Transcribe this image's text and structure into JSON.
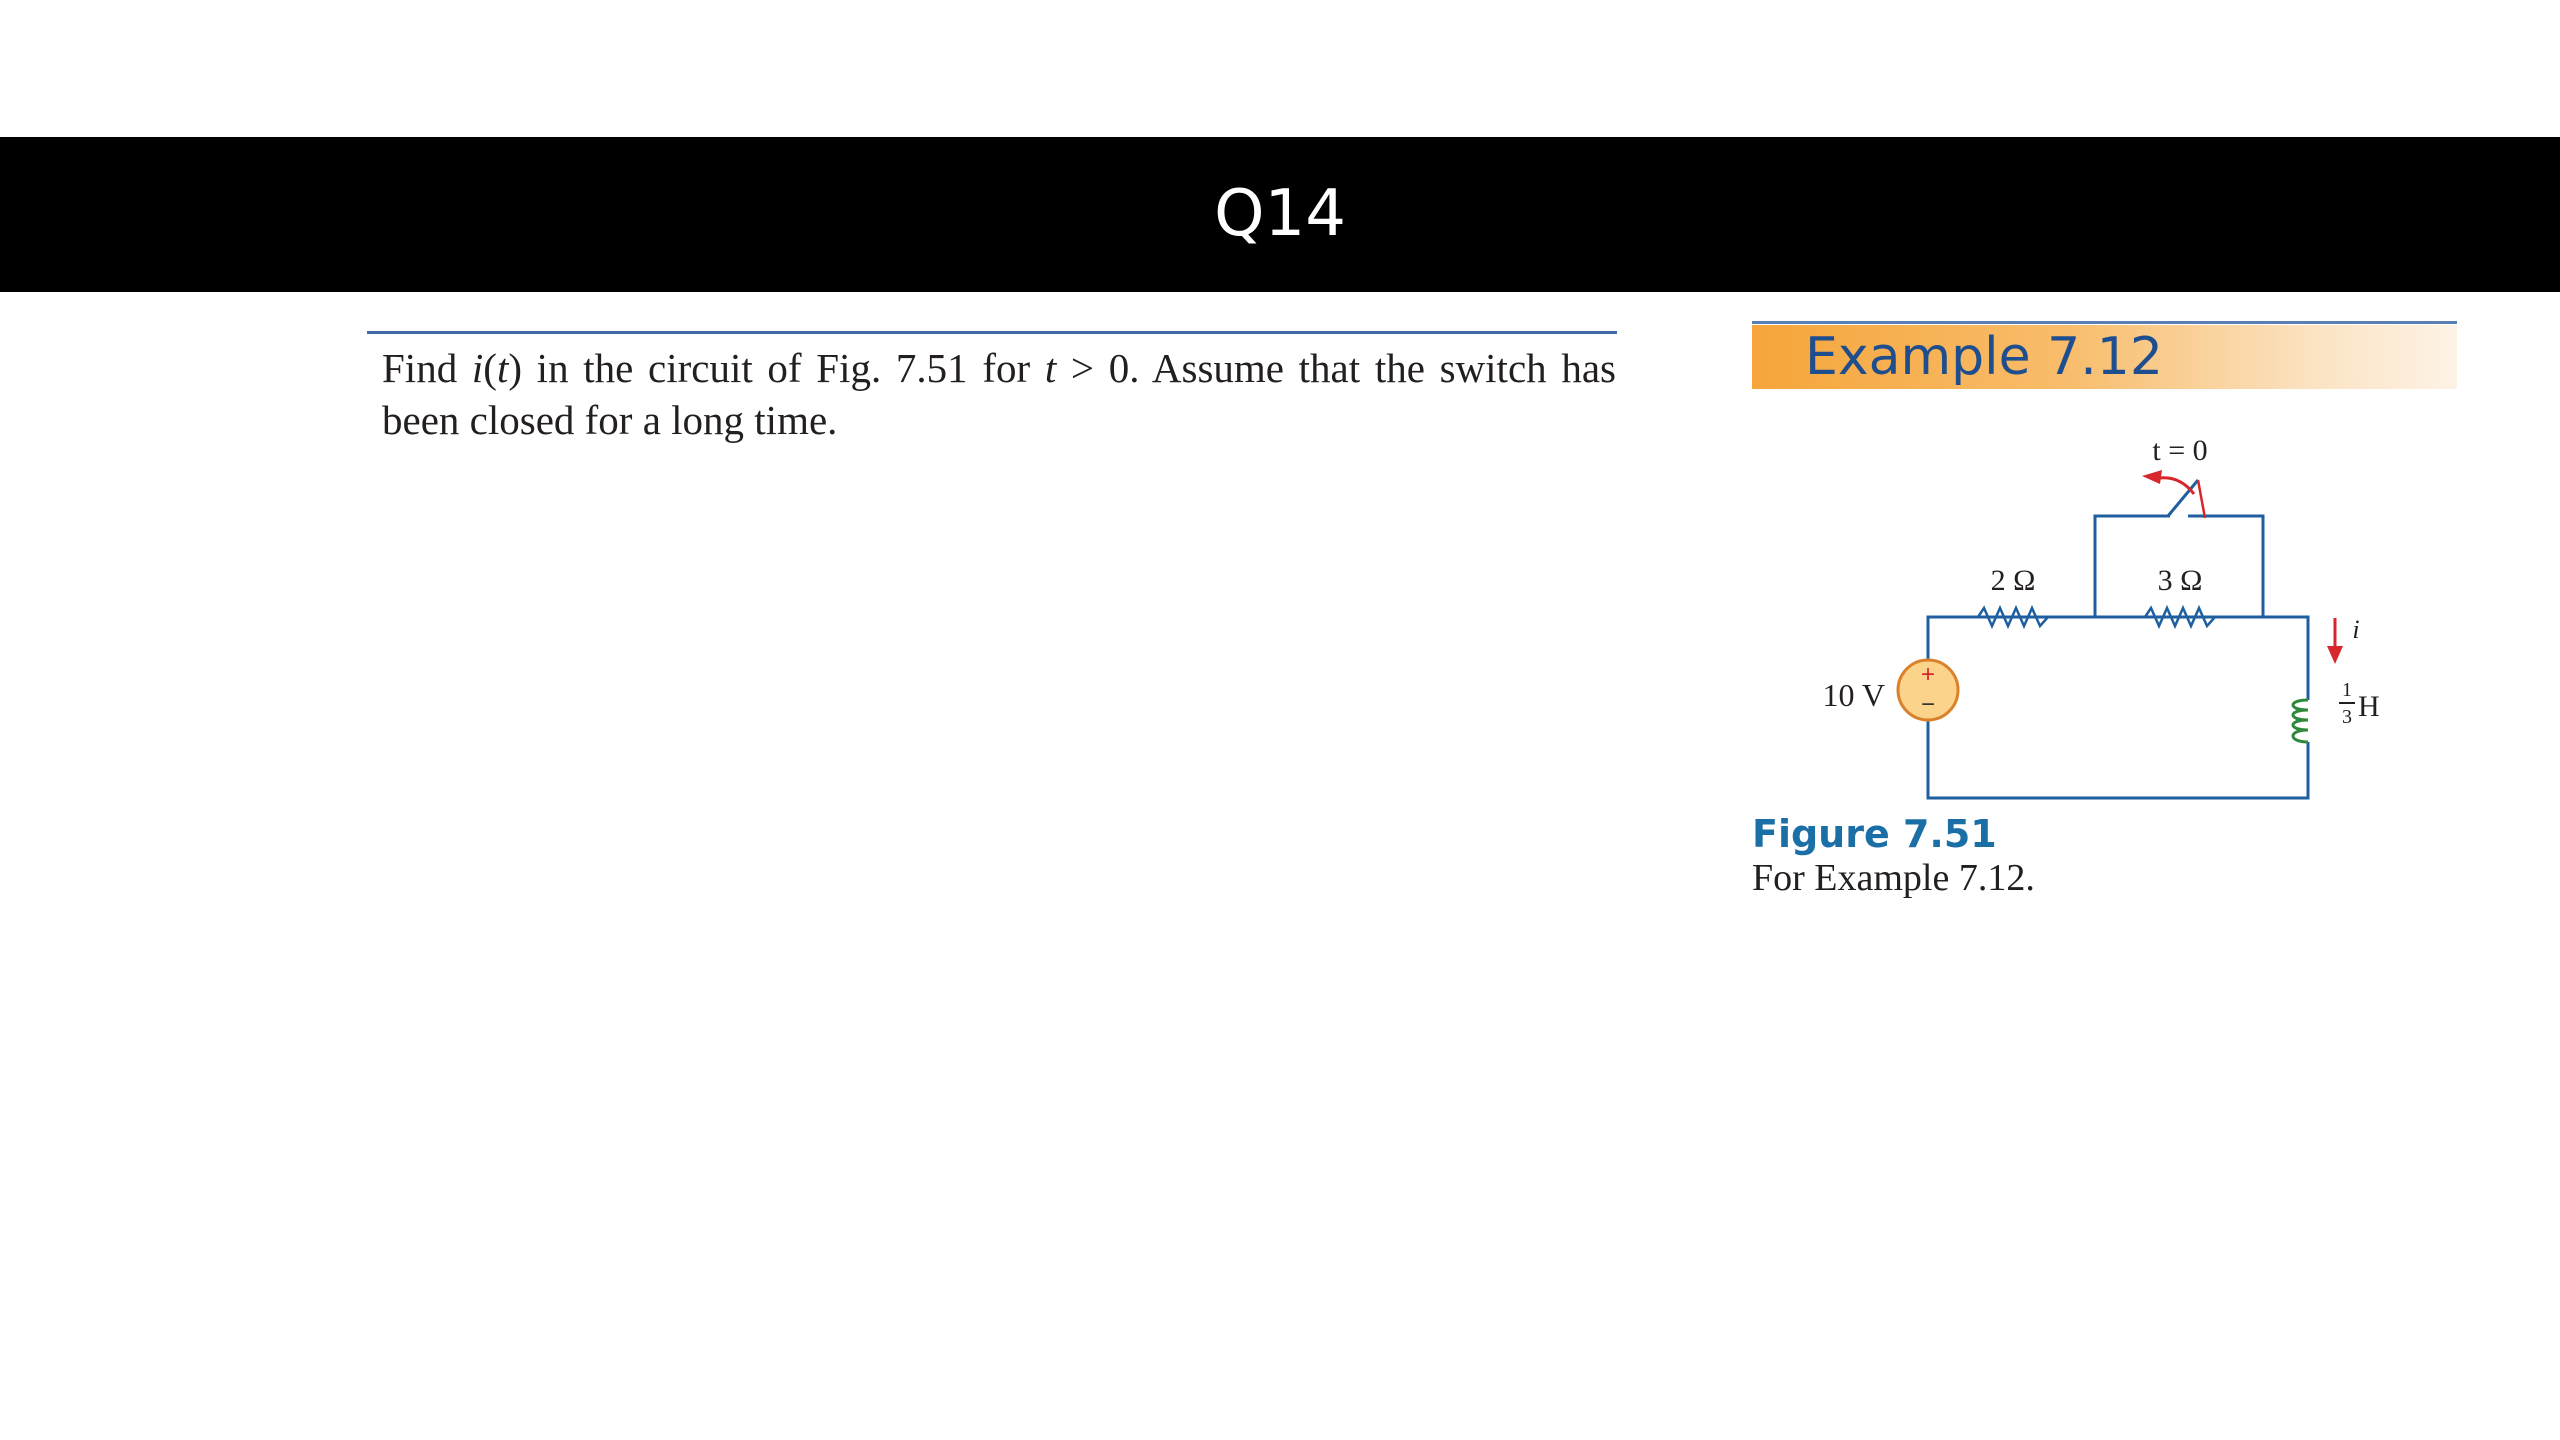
{
  "slide": {
    "title": "Q14"
  },
  "problem": {
    "text_find": "Find ",
    "text_current": "i",
    "text_paren_open": "(",
    "text_t1": "t",
    "text_paren_close": ")",
    "text_mid": " in the circuit of Fig. 7.51 for ",
    "text_t2": "t",
    "text_rest": " > 0. Assume that the switch has been closed for a long time."
  },
  "example": {
    "label": "Example 7.12"
  },
  "circuit": {
    "switch_label": "t = 0",
    "resistor1": "2 Ω",
    "resistor2": "3 Ω",
    "source_label": "10 V",
    "source_plus": "+",
    "source_minus": "−",
    "current_label": "i",
    "inductor_num": "1",
    "inductor_den": "3",
    "inductor_unit": "H",
    "wire_color": "#1f5fa0",
    "source_fill": "#fbd38a",
    "source_stroke": "#d9822b",
    "arrow_color": "#d7262c",
    "inductor_color": "#2e8a3a"
  },
  "figure": {
    "label": "Figure 7.51",
    "caption": "For Example 7.12."
  }
}
